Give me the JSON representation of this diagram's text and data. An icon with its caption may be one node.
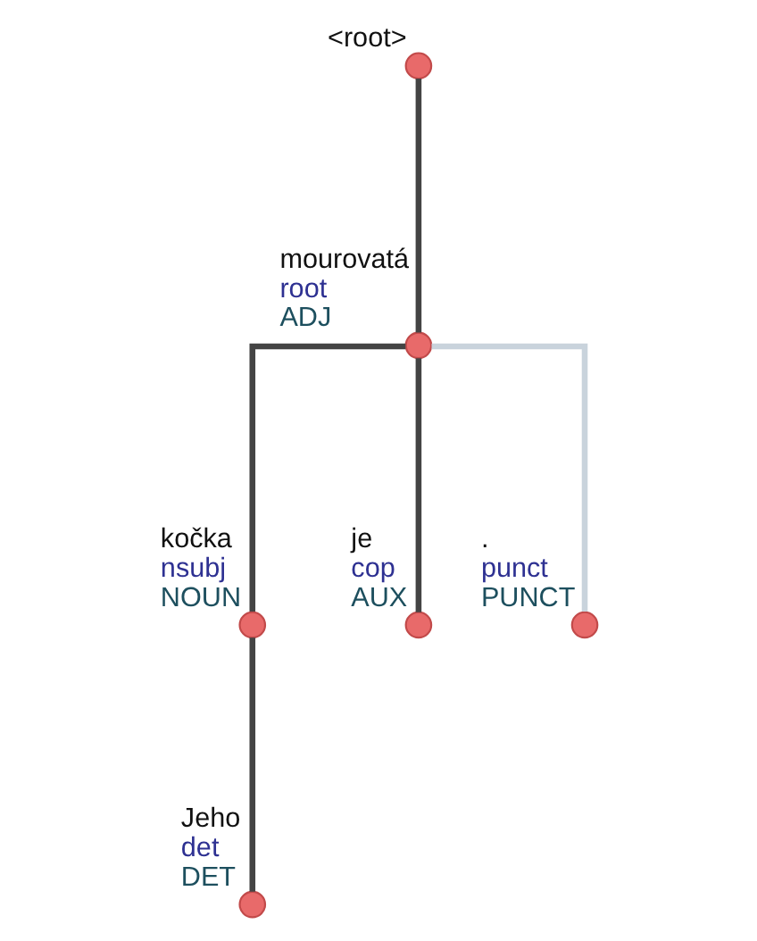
{
  "diagram": {
    "nodes": [
      {
        "text": [],
        "shape": "circle",
        "beside": [
          "<root>"
        ]
      },
      {
        "text": [],
        "shape": "circle",
        "beside": [
          "mourovatá",
          "root",
          "ADJ"
        ]
      },
      {
        "text": [],
        "shape": "circle",
        "beside": [
          "kočka",
          "nsubj",
          "NOUN"
        ]
      },
      {
        "text": [],
        "shape": "circle",
        "beside": [
          "je",
          "cop",
          "AUX"
        ]
      },
      {
        "text": [],
        "shape": "circle",
        "beside": [
          ".",
          "punct",
          "PUNCT"
        ]
      },
      {
        "text": [],
        "shape": "circle",
        "beside": [
          "Jeho",
          "det",
          "DET"
        ]
      }
    ],
    "edges": [
      {
        "from": 0,
        "to": 1,
        "arrow": "none"
      },
      {
        "from": 1,
        "to": 2,
        "arrow": "none"
      },
      {
        "from": 1,
        "to": 3,
        "arrow": "none"
      },
      {
        "from": 1,
        "to": 4,
        "arrow": "none",
        "color": "#c9d3dc"
      },
      {
        "from": 2,
        "to": 5,
        "arrow": "none"
      }
    ]
  }
}
